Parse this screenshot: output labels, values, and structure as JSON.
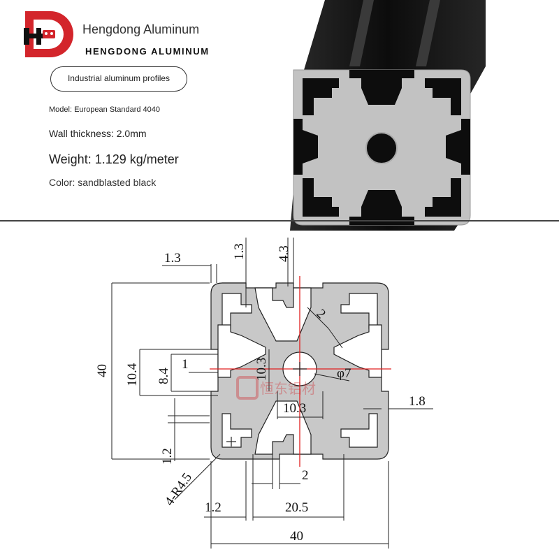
{
  "brand": {
    "name": "Hengdong Aluminum",
    "name_caps": "HENGDONG ALUMINUM"
  },
  "product": {
    "category": "Industrial aluminum profiles",
    "model": "Model: European Standard 4040",
    "wall_thickness": "Wall thickness: 2.0mm",
    "weight": "Weight: 1.129 kg/meter",
    "color": "Color: sandblasted black"
  },
  "drawing": {
    "dimensions": {
      "overall_height": "40",
      "overall_width": "40",
      "slot_outer": "10.4",
      "slot_inner": "8.4",
      "slot_lip": "1",
      "center_bore_height": "10.3",
      "center_bore_width": "10.3",
      "top_wall_1": "1.3",
      "top_wall_2": "1.3",
      "top_depth": "4.3",
      "web": "2",
      "bore_diameter": "φ7",
      "side_wall": "1.8",
      "lower_wall": "1.2",
      "corner_radius": "4-R4.5",
      "bottom_wall": "1.2",
      "slot_pitch": "20.5",
      "bottom_web": "2"
    },
    "watermark": "恒东铝材"
  },
  "colors": {
    "logo_red": "#d3252b",
    "profile_black": "#151515",
    "profile_face": "#c2c2c2",
    "axis_red": "#e02020"
  }
}
